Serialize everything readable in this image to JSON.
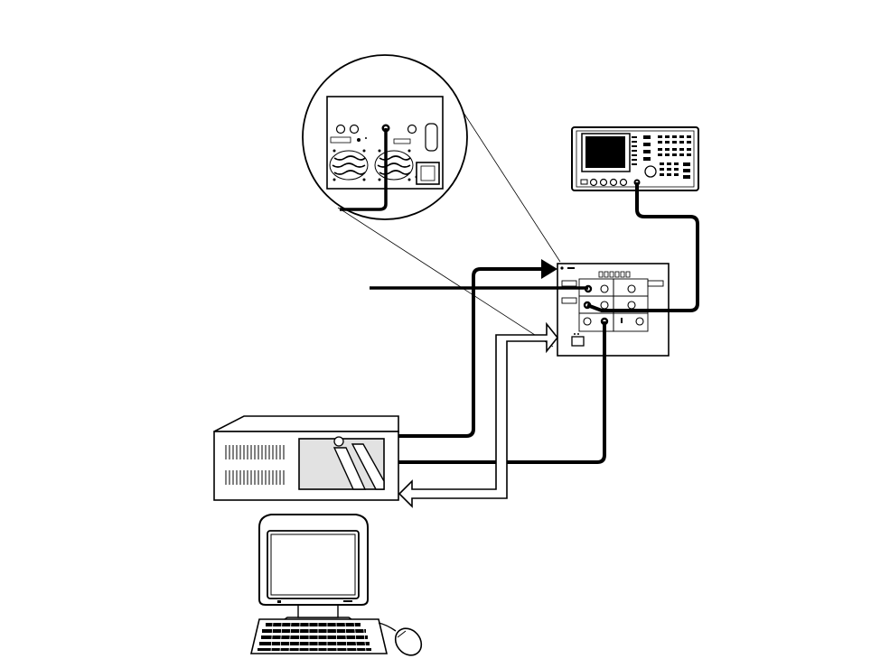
{
  "diagram": {
    "labels": [],
    "components": [
      {
        "name": "rear-panel-detail",
        "kind": "magnified rear panel with cable connector"
      },
      {
        "name": "spectrum-analyzer",
        "kind": "test instrument with screen and keypad"
      },
      {
        "name": "test-set",
        "kind": "front panel with connectors"
      },
      {
        "name": "computer-chassis",
        "kind": "tower/rack computer unit"
      },
      {
        "name": "monitor",
        "kind": "CRT monitor"
      },
      {
        "name": "keyboard",
        "kind": "keyboard"
      },
      {
        "name": "mouse",
        "kind": "mouse"
      }
    ],
    "connections": [
      {
        "name": "analyzer-to-test-set-cable",
        "from": "spectrum-analyzer",
        "to": "test-set"
      },
      {
        "name": "computer-to-test-set-control",
        "from": "computer-chassis",
        "to": "test-set"
      },
      {
        "name": "test-set-to-computer-data",
        "from": "test-set",
        "to": "computer-chassis"
      },
      {
        "name": "test-set-output-to-computer",
        "from": "test-set",
        "to": "computer-chassis"
      },
      {
        "name": "external-input-line",
        "from": "left",
        "to": "test-set"
      },
      {
        "name": "rear-panel-cable",
        "from": "rear-panel-detail",
        "to": "test-set"
      }
    ]
  }
}
